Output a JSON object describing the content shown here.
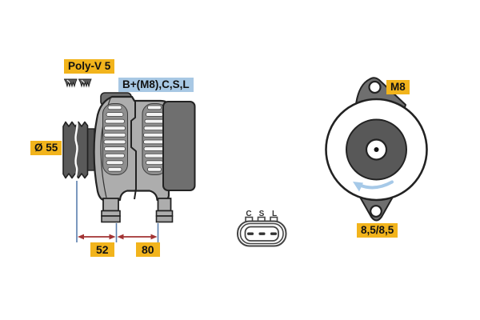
{
  "labels": {
    "poly_v": "Poly-V 5",
    "terminals": "B+(M8),C,S,L",
    "pulley_diameter": "Ø 55",
    "dim_front": "52",
    "dim_rear": "80",
    "mount_thread": "M8",
    "mount_holes": "8,5/8,5"
  },
  "connector": {
    "pins": [
      "C",
      "S",
      "L"
    ]
  },
  "colors": {
    "label_yellow": "#F2B41C",
    "label_blue": "#A8C8E4",
    "body_light_gray": "#ADADAD",
    "body_mid_gray": "#8F8F8F",
    "part_dark_gray": "#6F6F6F",
    "pulley_gray": "#5A5A5A",
    "hub_gray": "#585858",
    "fin_slot_white": "#F2F2F2",
    "dim_line_blue": "#5A7FAE",
    "dim_arrow_red": "#A23333",
    "rotation_arrow_blue": "#A6C9E8",
    "text_black": "#111111"
  }
}
